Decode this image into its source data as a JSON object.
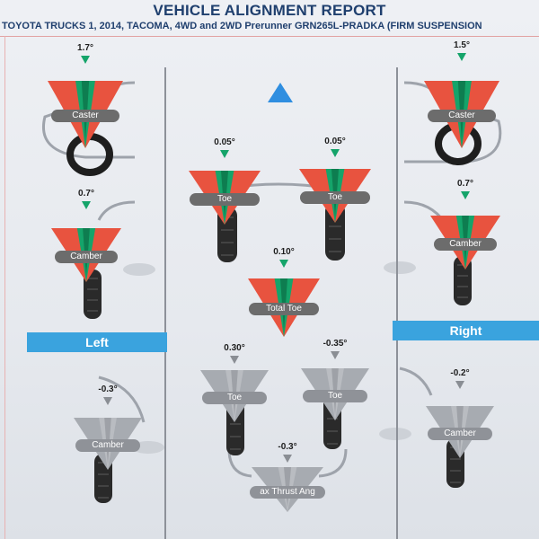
{
  "header": {
    "title": "VEHICLE ALIGNMENT REPORT",
    "subtitle": "TOYOTA TRUCKS 1, 2014, TACOMA, 4WD and 2WD Prerunner GRN265L-PRADKA (FIRM SUSPENSION"
  },
  "sides": {
    "left": "Left",
    "right": "Right"
  },
  "colors": {
    "in_spec_green": "#15a46a",
    "out_red": "#e8533f",
    "inactive_grey": "#a7abb1",
    "banner_blue": "#3aa3de"
  },
  "gauges": [
    {
      "id": "left-caster",
      "label": "Caster",
      "value": "1.7°",
      "status": "active"
    },
    {
      "id": "right-caster",
      "label": "Caster",
      "value": "1.5°",
      "status": "active"
    },
    {
      "id": "front-left-toe",
      "label": "Toe",
      "value": "0.05°",
      "status": "active"
    },
    {
      "id": "front-right-toe",
      "label": "Toe",
      "value": "0.05°",
      "status": "active"
    },
    {
      "id": "left-camber",
      "label": "Camber",
      "value": "0.7°",
      "status": "active"
    },
    {
      "id": "right-camber",
      "label": "Camber",
      "value": "0.7°",
      "status": "active"
    },
    {
      "id": "total-toe",
      "label": "Total Toe",
      "value": "0.10°",
      "status": "active"
    },
    {
      "id": "rear-left-toe",
      "label": "Toe",
      "value": "0.30°",
      "status": "inactive"
    },
    {
      "id": "rear-right-toe",
      "label": "Toe",
      "value": "-0.35°",
      "status": "inactive"
    },
    {
      "id": "rear-left-camber",
      "label": "Camber",
      "value": "-0.3°",
      "status": "inactive"
    },
    {
      "id": "rear-right-camber",
      "label": "Camber",
      "value": "-0.2°",
      "status": "inactive"
    },
    {
      "id": "max-thrust-angle",
      "label": "ax Thrust Ang",
      "value": "-0.3°",
      "status": "inactive"
    }
  ]
}
